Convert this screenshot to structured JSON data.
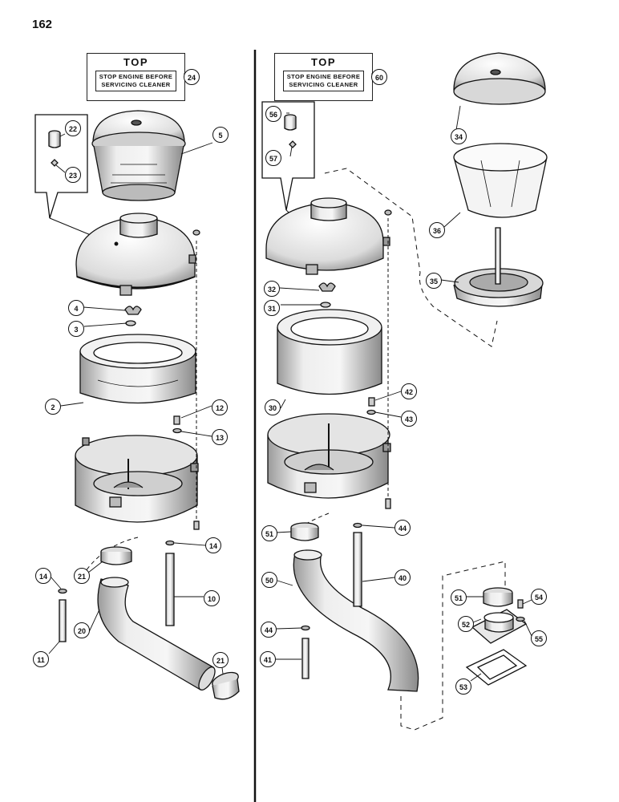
{
  "page": {
    "number": "162"
  },
  "decals": [
    {
      "title": "TOP",
      "line1": "STOP ENGINE BEFORE",
      "line2": "SERVICING CLEANER"
    },
    {
      "title": "TOP",
      "line1": "STOP ENGINE BEFORE",
      "line2": "SERVICING CLEANER"
    }
  ],
  "callouts": {
    "c24": "24",
    "c60": "60",
    "c22": "22",
    "c23": "23",
    "c5": "5",
    "c56": "56",
    "c57": "57",
    "c34": "34",
    "c36": "36",
    "c35": "35",
    "c4": "4",
    "c3": "3",
    "c32": "32",
    "c31": "31",
    "c2": "2",
    "c12": "12",
    "c13": "13",
    "c30": "30",
    "c42": "42",
    "c43": "43",
    "c14a": "14",
    "c14b": "14",
    "c21a": "21",
    "c21b": "21",
    "c10": "10",
    "c20": "20",
    "c11": "11",
    "c51a": "51",
    "c44a": "44",
    "c50": "50",
    "c40": "40",
    "c44b": "44",
    "c41": "41",
    "c51b": "51",
    "c54": "54",
    "c52": "52",
    "c55": "55",
    "c53": "53"
  }
}
